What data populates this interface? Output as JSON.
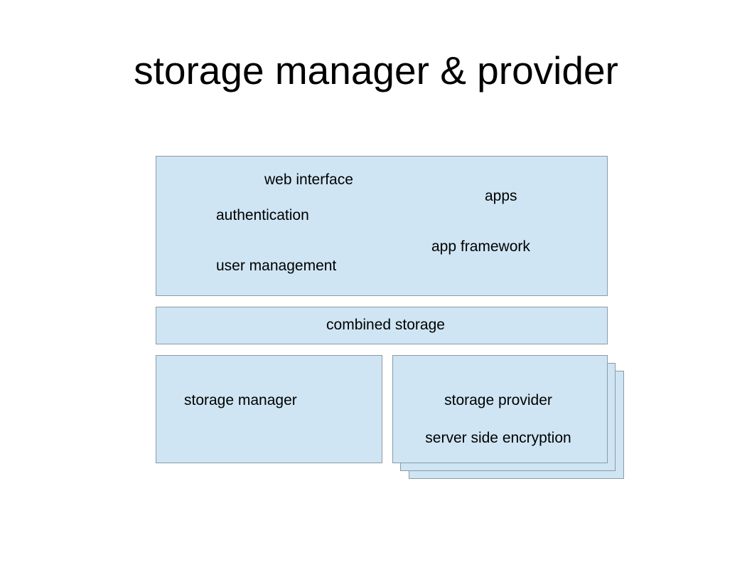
{
  "title": "storage manager & provider",
  "diagram": {
    "top_layer": {
      "web_interface": "web interface",
      "apps": "apps",
      "authentication": "authentication",
      "app_framework": "app framework",
      "user_management": "user management"
    },
    "middle_layer": {
      "combined_storage": "combined storage"
    },
    "bottom_layer": {
      "storage_manager": "storage manager",
      "storage_provider": "storage provider",
      "server_side_encryption": "server side encryption"
    }
  },
  "colors": {
    "box_fill": "#cfe5f3",
    "box_border": "#8c9aa6"
  }
}
